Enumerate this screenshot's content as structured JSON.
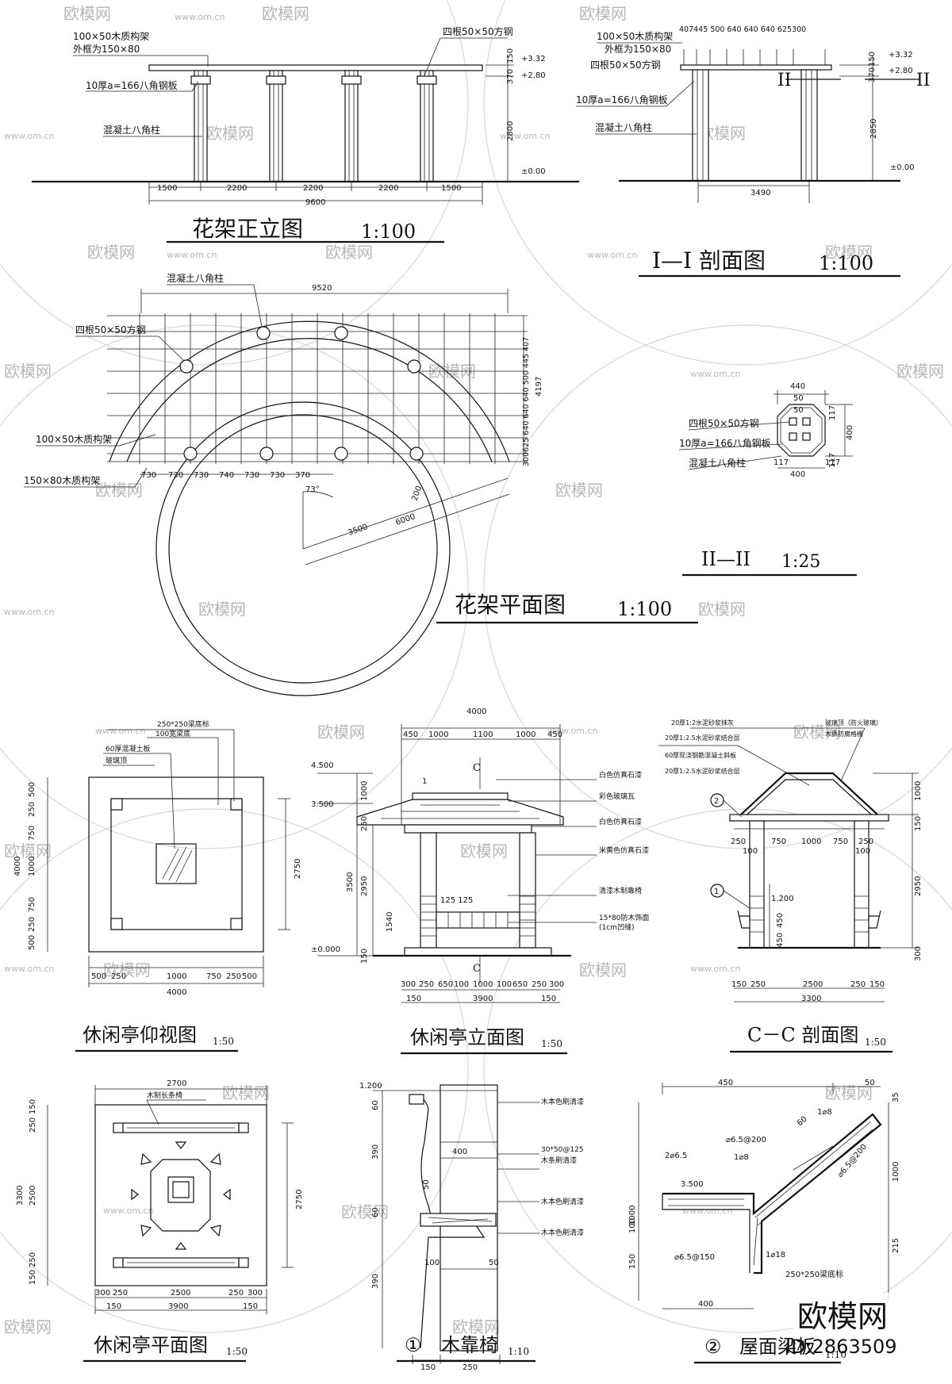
{
  "watermark": {
    "site": "www.om.cn",
    "brand": "欧模网",
    "logo": "欧模网",
    "id_label": "ID:2863509"
  },
  "panels": {
    "elevation": {
      "title": "花架正立图",
      "scale": "1:100",
      "notes": [
        "100×50木质构架",
        "外框为150×80",
        "四根50×50方钢",
        "10厚a=166八角钢板",
        "混凝土八角柱"
      ],
      "dims": [
        "1500",
        "2200",
        "2200",
        "2200",
        "1500",
        "9600"
      ],
      "vdims": [
        "150",
        "370",
        "2800",
        "+3.32",
        "+2.80",
        "±0.00"
      ]
    },
    "section1": {
      "title": "I—I 剖面图",
      "scale": "1:100",
      "notes": [
        "100×50木质构架",
        "外框为150×80",
        "四根50×50方钢",
        "10厚a=166八角钢板",
        "混凝土八角柱"
      ],
      "top": "407445 500 640 640 640 625300",
      "width": "3490",
      "vdims": [
        "150",
        "370",
        "2850",
        "+3.32",
        "+2.80",
        "±0.00"
      ],
      "marks": [
        "II",
        "II"
      ]
    },
    "plan": {
      "title": "花架平面图",
      "scale": "1:100",
      "notes": [
        "混凝土八角柱",
        "四根50×50方钢",
        "100×50木质构架",
        "150×80木质构架"
      ],
      "top": "9520",
      "bottom": [
        "730",
        "730",
        "730",
        "740",
        "730",
        "730",
        "370"
      ],
      "right": "300625 640 640 640 500 445 407",
      "height": "4197",
      "radial": [
        "3500",
        "6000",
        "200"
      ],
      "angle": "73°"
    },
    "section2": {
      "title": "II—II",
      "scale": "1:25",
      "notes": [
        "四根50×50方钢",
        "10厚a=166八角钢板",
        "混凝土八角柱"
      ],
      "dims": [
        "440",
        "50",
        "50",
        "400",
        "400",
        "117",
        "117",
        "117",
        "117"
      ]
    },
    "pav_ceil": {
      "title": "休闲亭仰视图",
      "scale": "1:50",
      "notes": [
        "250*250梁底标",
        "100宽梁底",
        "60厚混凝土板",
        "玻璃顶"
      ],
      "bottom": [
        "500",
        "250",
        "1000",
        "750",
        "250",
        "500"
      ],
      "total": "4000",
      "left": [
        "500",
        "250",
        "750",
        "1000",
        "750",
        "250",
        "500"
      ],
      "left_total": "4000",
      "right": "2750"
    },
    "pav_elev": {
      "title": "休闲亭立面图",
      "scale": "1:50",
      "top": [
        "450",
        "1000",
        "1100",
        "1000",
        "450"
      ],
      "top_total": "4000",
      "bottom": [
        "300",
        "250",
        "650",
        "100",
        "1000",
        "100",
        "650",
        "250",
        "300"
      ],
      "bottom2": [
        "150",
        "3900",
        "150"
      ],
      "levels": [
        "4.500",
        "3.500",
        "±0.000"
      ],
      "vdims": [
        "1000",
        "250",
        "3500",
        "2950",
        "1540",
        "150"
      ],
      "notes": [
        "白色仿真石漆",
        "彩色玻璃瓦",
        "白色仿真石漆",
        "米黄色仿真石漆",
        "清漆木制靠椅",
        "15*80防木饰面",
        "(1cm凹缝)"
      ],
      "section_mark": "C",
      "small": "125 125",
      "slope": "1"
    },
    "pav_sect": {
      "title": "C－C 剖面图",
      "scale": "1:50",
      "notes": [
        "玻璃顶（防火玻璃）",
        "木质防腐格栅",
        "20厚1:2.5水泥砂浆结合层",
        "60厚现浇钢筋混凝土斜板",
        "20厚1:2水泥砂浆抹灰"
      ],
      "mid": [
        "250",
        "100",
        "750",
        "1000",
        "750",
        "100",
        "250"
      ],
      "bottom": [
        "150",
        "250",
        "2500",
        "250",
        "150"
      ],
      "bottom_total": "3300",
      "right": [
        "1000",
        "150",
        "2950",
        "300"
      ],
      "level": "1.200",
      "small": [
        "450",
        "450"
      ],
      "circles": [
        "1",
        "2"
      ]
    },
    "pav_plan": {
      "title": "休闲亭平面图",
      "scale": "1:50",
      "note": "木制长条椅",
      "top": "2700",
      "left": [
        "150",
        "250",
        "2500",
        "250",
        "150"
      ],
      "left_total": "3300",
      "right": "2750",
      "bottom": [
        "300",
        "250",
        "2500",
        "250",
        "300"
      ],
      "bottom2": [
        "150",
        "3900",
        "150"
      ]
    },
    "bench": {
      "num": "①",
      "title": "木靠椅",
      "scale": "1:10",
      "level": "1.200",
      "notes": [
        "木本色刷清漆",
        "30*50@125",
        "木条刷清漆",
        "木本色刷清漆",
        "木本色刷清漆"
      ],
      "dims": [
        "60",
        "390",
        "60",
        "390",
        "400",
        "50",
        "100",
        "50",
        "150",
        "250"
      ]
    },
    "beam": {
      "num": "②",
      "title": "屋面梁板",
      "scale": "1:10",
      "top": [
        "450",
        "50"
      ],
      "rebar": [
        "1⌀8",
        "⌀6.5@200",
        "⌀6.5@200",
        "2⌀6.5",
        "1⌀8",
        "⌀6.5@150",
        "1⌀18",
        "250*250梁底标"
      ],
      "level": "3.500",
      "dims": [
        "60",
        "1000",
        "100",
        "150",
        "400",
        "1000",
        "215",
        "35"
      ]
    }
  }
}
